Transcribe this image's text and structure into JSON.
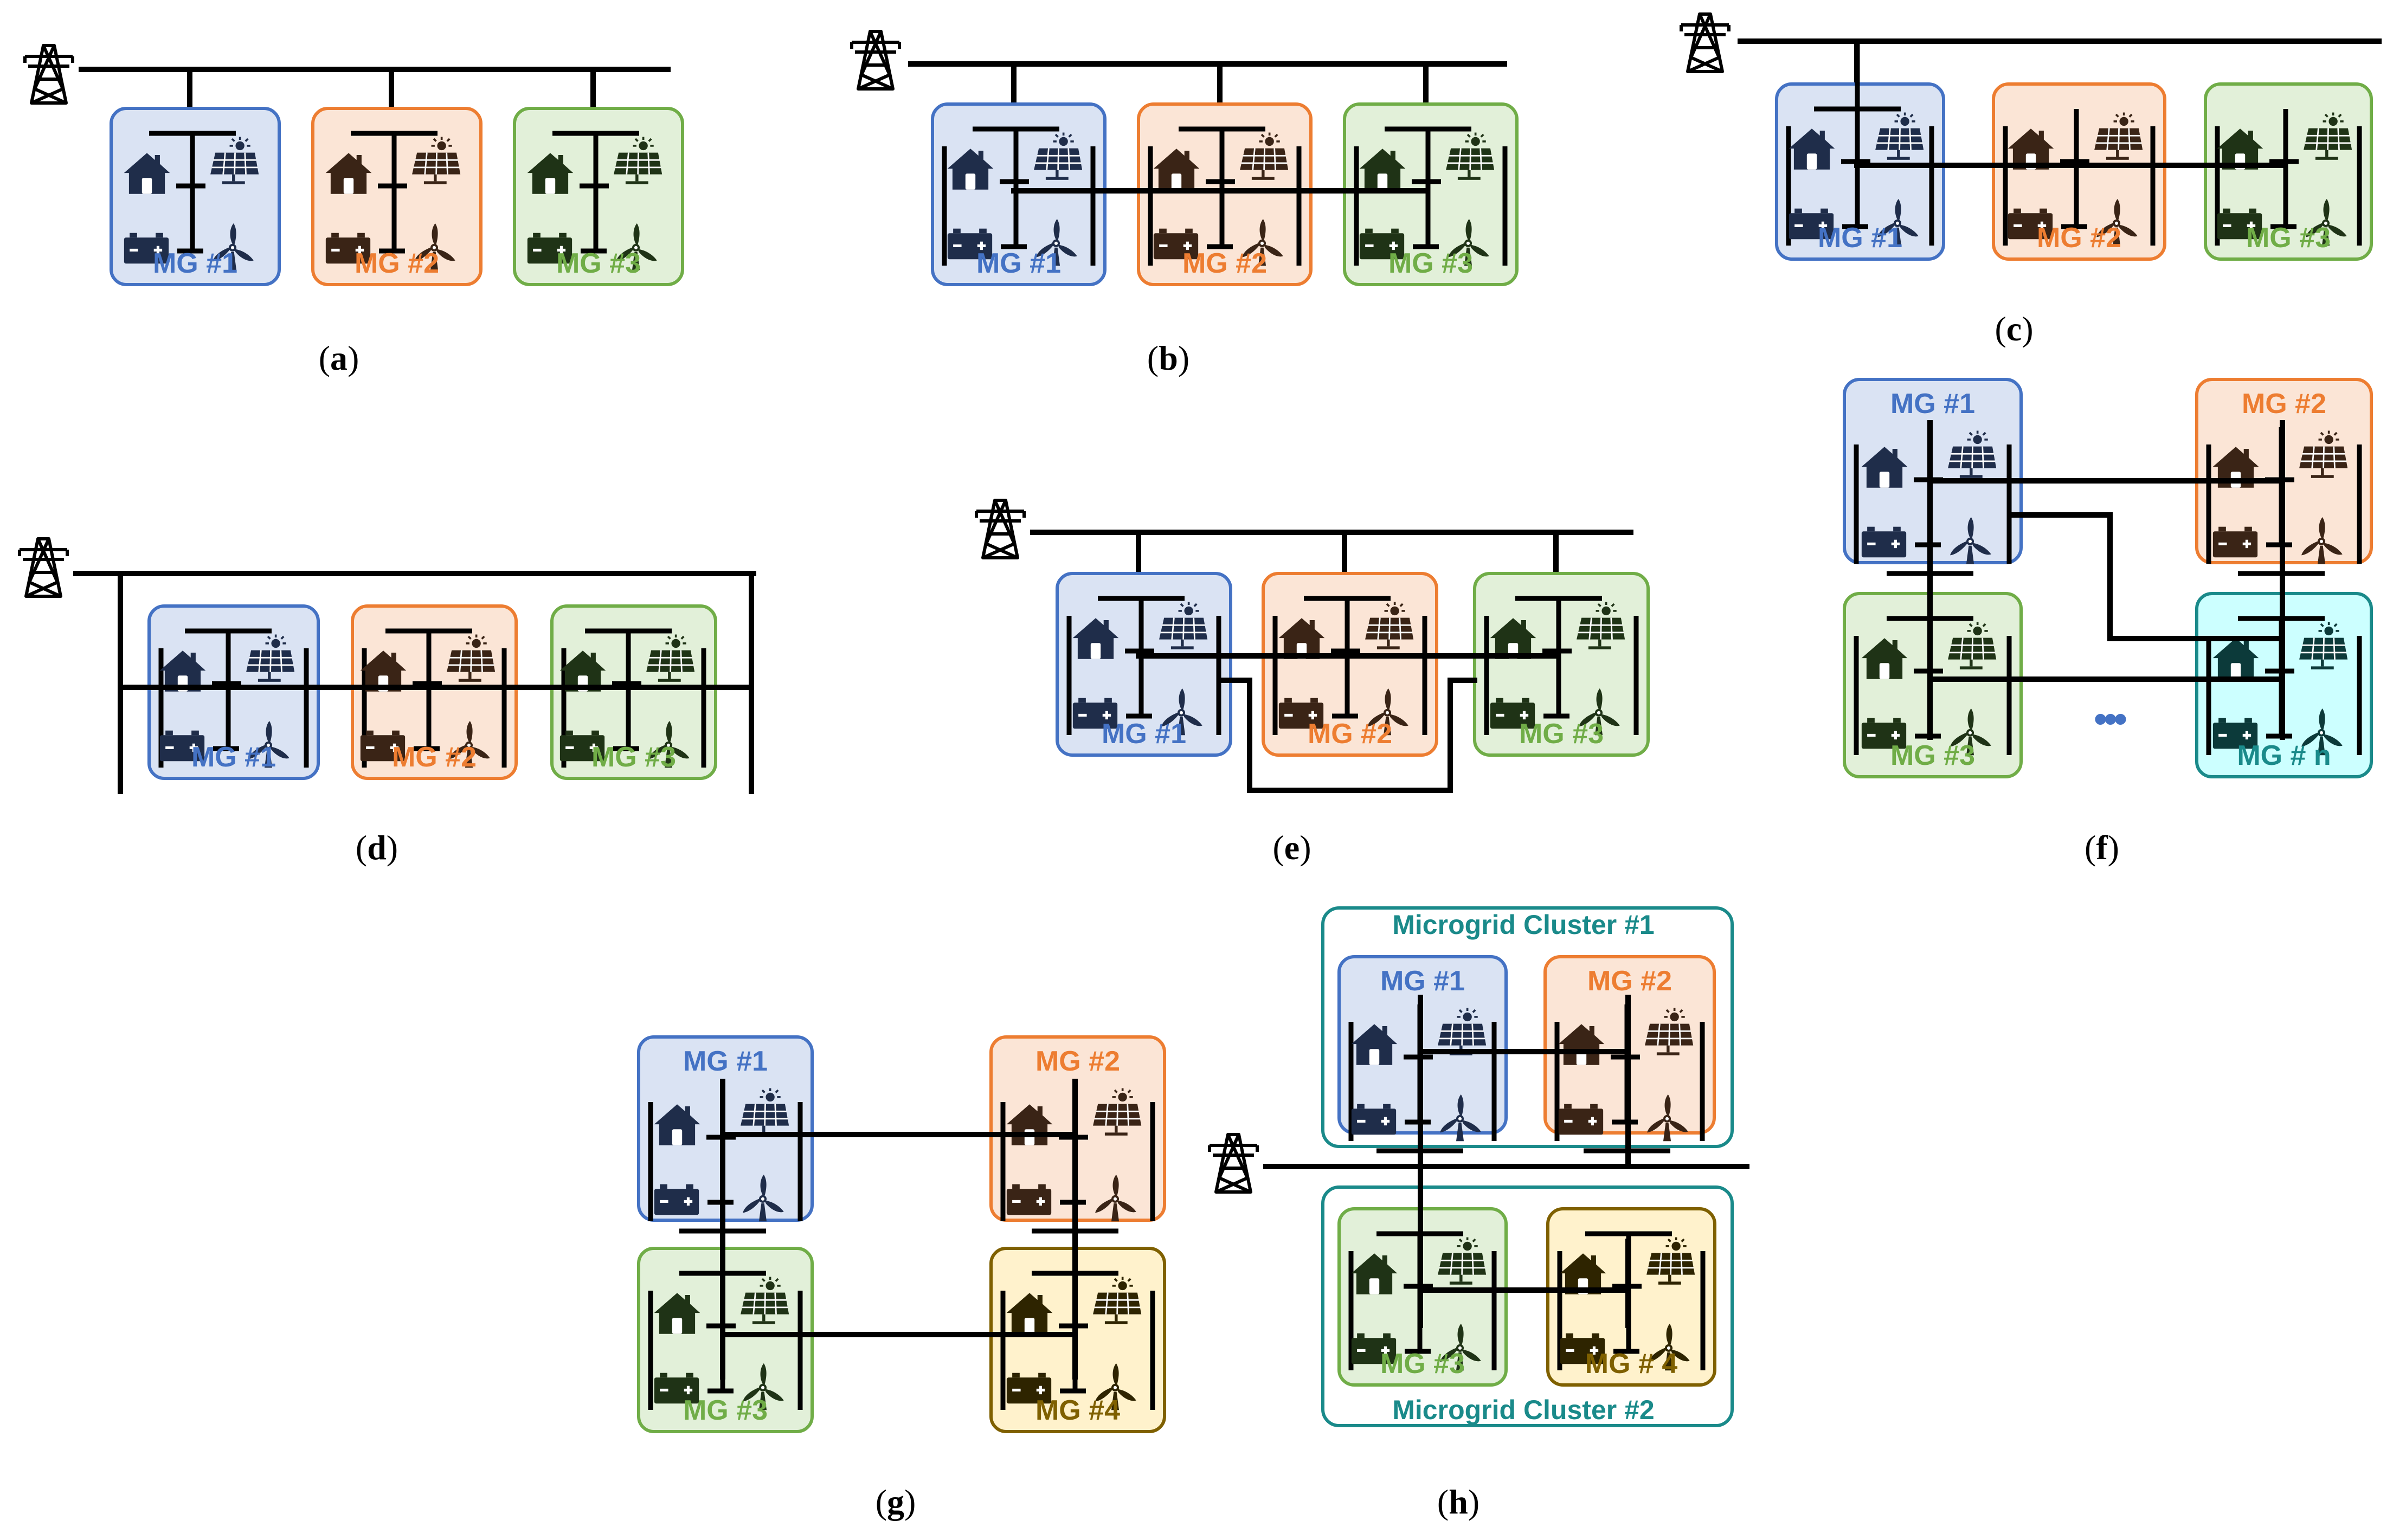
{
  "colors": {
    "mg1": {
      "fill": "#dae3f3",
      "stroke": "#4472c4",
      "text": "#4472c4",
      "icon": "#1f2d4a"
    },
    "mg2": {
      "fill": "#fbe5d6",
      "stroke": "#ed7d31",
      "text": "#ed7d31",
      "icon": "#3a2416"
    },
    "mg3": {
      "fill": "#e2f0d9",
      "stroke": "#70ad47",
      "text": "#70ad47",
      "icon": "#1f3316"
    },
    "mg4": {
      "fill": "#fff2cc",
      "stroke": "#7f6000",
      "text": "#7f6000",
      "icon": "#2e2400"
    },
    "mgn": {
      "fill": "#ccffff",
      "stroke": "#1a8a8a",
      "text": "#1a8a8a",
      "icon": "#0c3a3a"
    },
    "cluster": {
      "stroke": "#1a8a8a",
      "text": "#1a8a8a"
    },
    "ellipsis": "#4472c4"
  },
  "icons": [
    "transmission-tower-icon",
    "house-icon",
    "solar-panel-icon",
    "battery-icon",
    "wind-turbine-icon"
  ],
  "captions": {
    "a": "a",
    "b": "b",
    "c": "c",
    "d": "d",
    "e": "e",
    "f": "f",
    "g": "g",
    "h": "h"
  },
  "labels": {
    "a_mg1": "MG #1",
    "a_mg2": "MG #2",
    "a_mg3": "MG #3",
    "b_mg1": "MG #1",
    "b_mg2": "MG #2",
    "b_mg3": "MG #3",
    "c_mg1": "MG #1",
    "c_mg2": "MG #2",
    "c_mg3": "MG #3",
    "d_mg1": "MG #1",
    "d_mg2": "MG #2",
    "d_mg3": "MG #3",
    "e_mg1": "MG #1",
    "e_mg2": "MG #2",
    "e_mg3": "MG #3",
    "f_mg1": "MG #1",
    "f_mg2": "MG #2",
    "f_mg3": "MG #3",
    "f_mgn": "MG # n",
    "g_mg1": "MG #1",
    "g_mg2": "MG #2",
    "g_mg3": "MG #3",
    "g_mg4": "MG #4",
    "h_mg1": "MG #1",
    "h_mg2": "MG #2",
    "h_mg3": "MG #3",
    "h_mg4": "MG # 4"
  },
  "clusters": {
    "h_cluster1": "Microgrid Cluster #1",
    "h_cluster2": "Microgrid Cluster #2"
  },
  "ellipsis": "•••"
}
